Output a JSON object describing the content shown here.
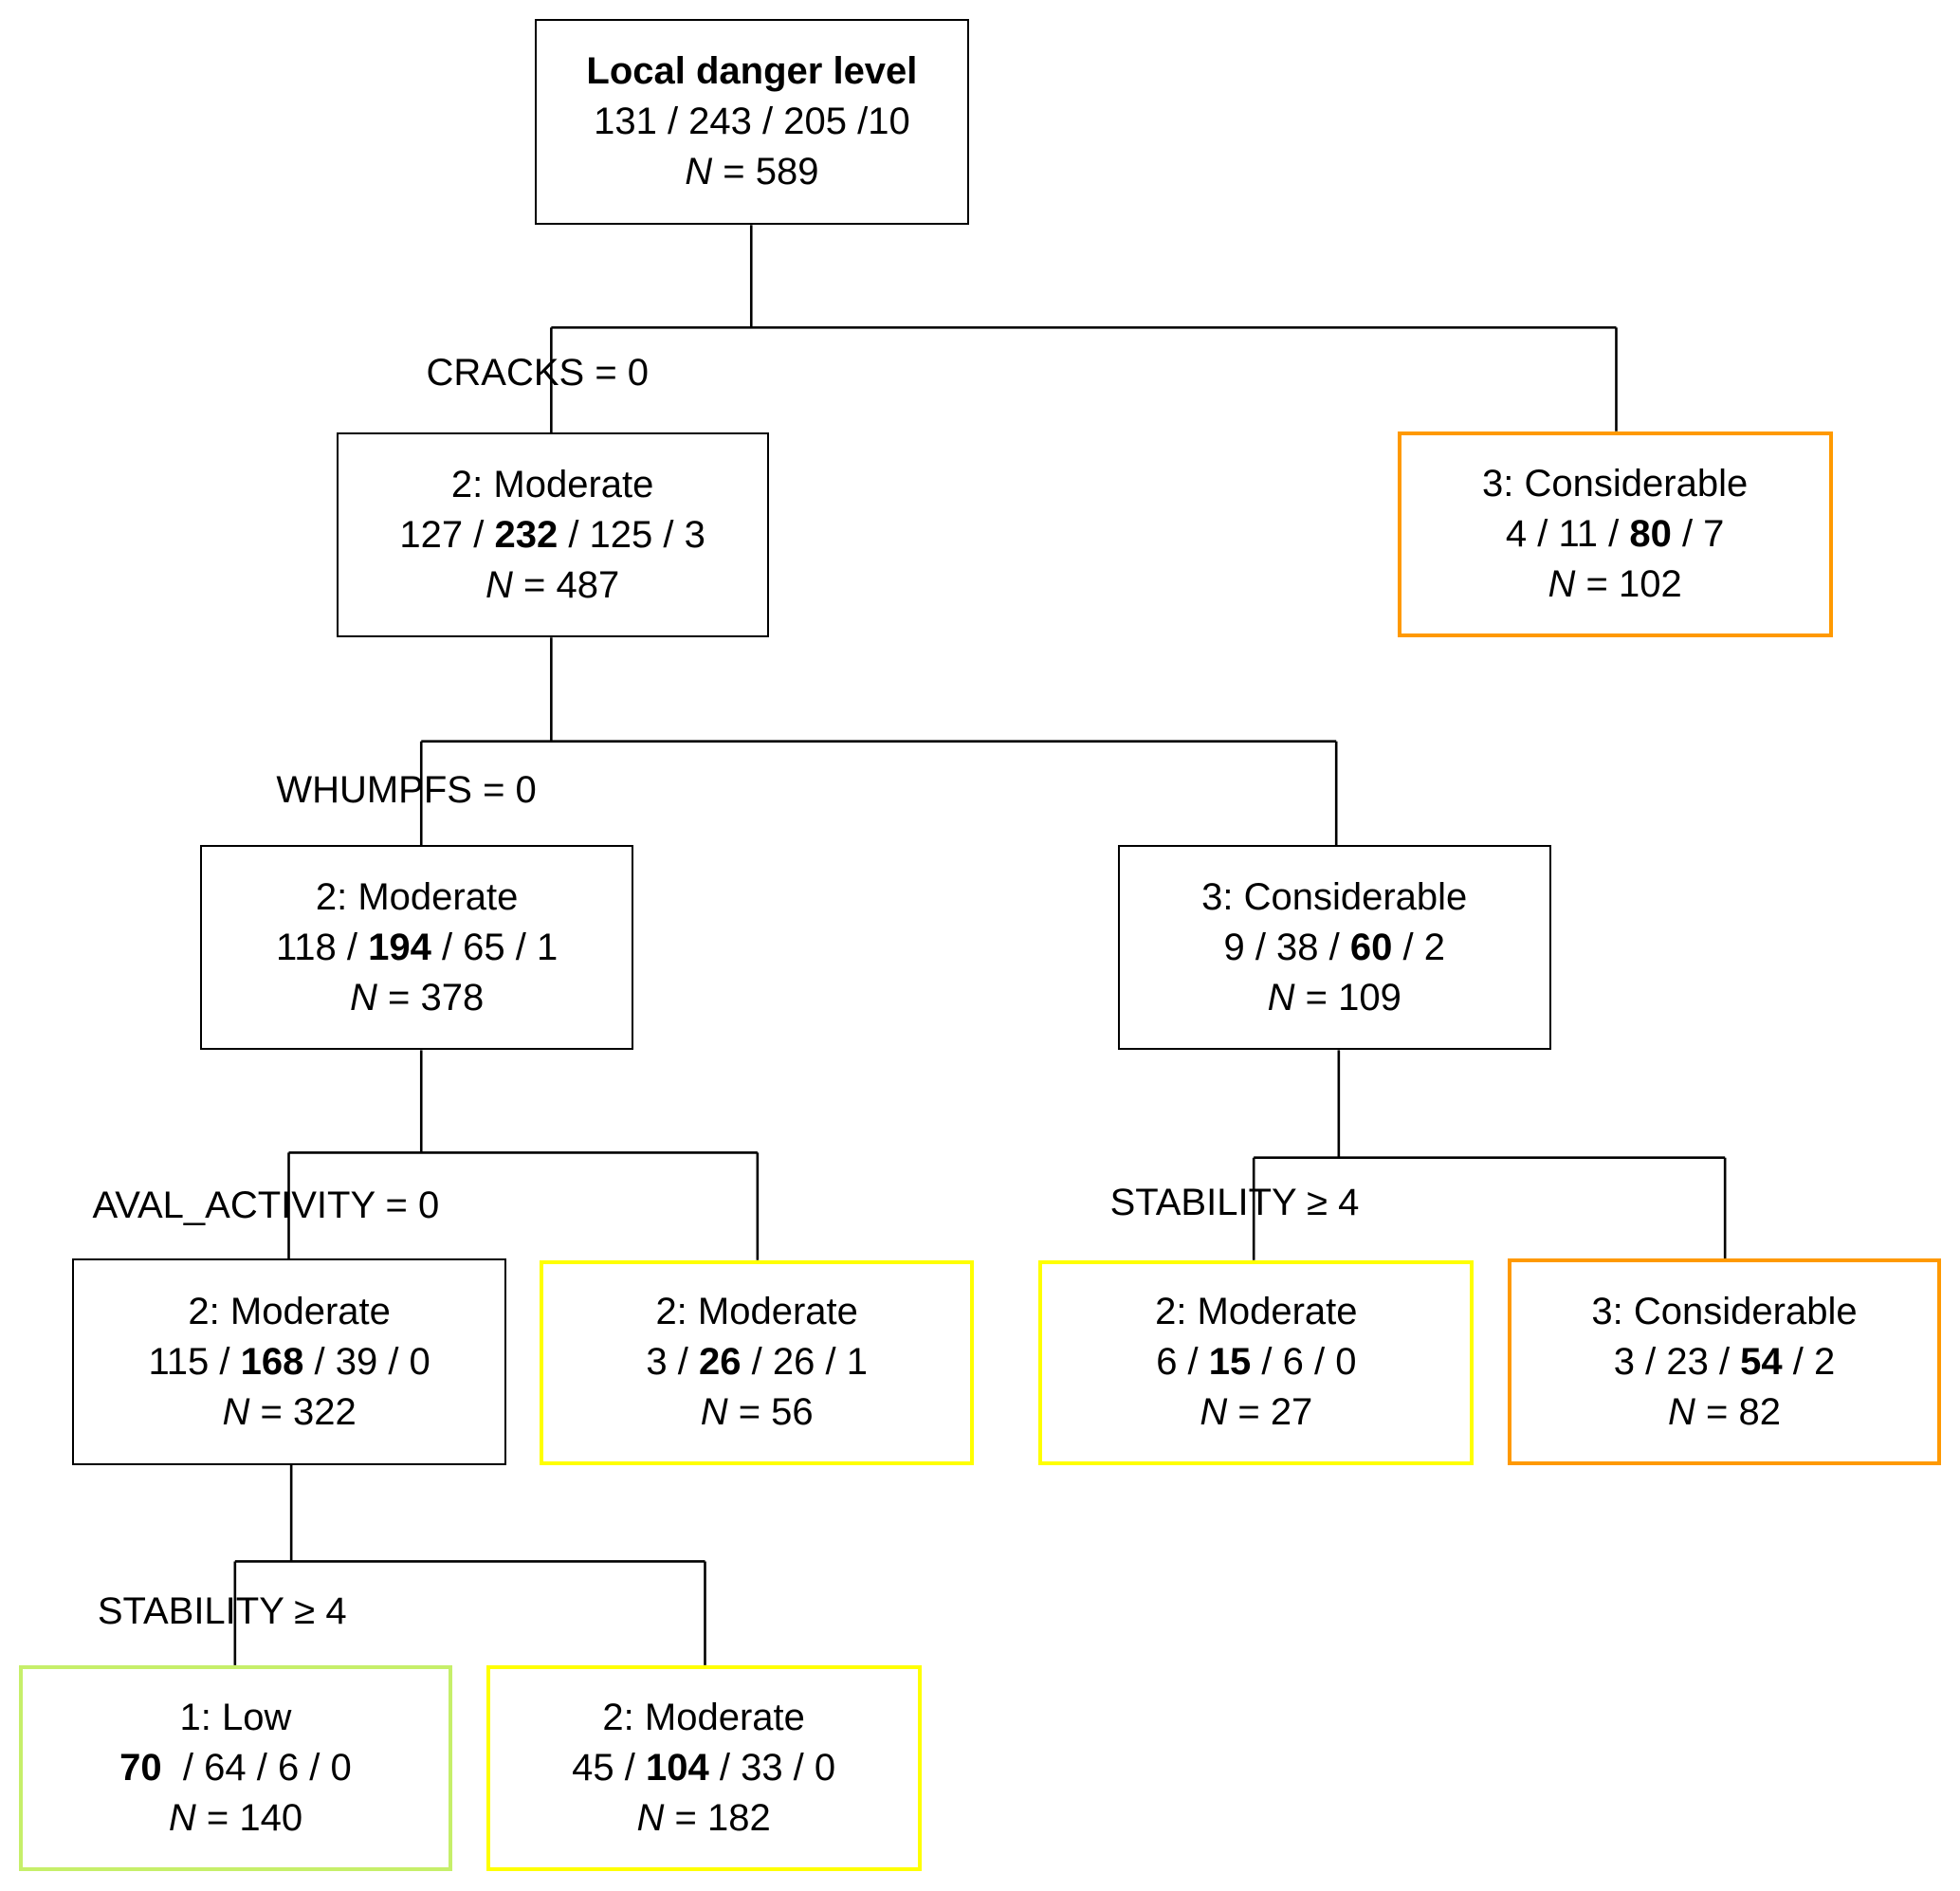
{
  "colors": {
    "default_border": "#000000",
    "low": "#c6ef6a",
    "moderate": "#ffff00",
    "considerable": "#ff9900"
  },
  "splits": [
    {
      "id": "s1",
      "text": "CRACKS = 0"
    },
    {
      "id": "s2",
      "text": "WHUMPFS = 0"
    },
    {
      "id": "s3",
      "text": "AVAL_ACTIVITY = 0"
    },
    {
      "id": "s4",
      "text": "STABILITY ≥ 4"
    },
    {
      "id": "s5",
      "text": "STABILITY ≥ 4"
    }
  ],
  "nodes": [
    {
      "id": "root",
      "title": "Local danger level",
      "title_bold": true,
      "counts": [
        [
          "131 / 243 / 205 /10",
          false
        ]
      ],
      "n": "589",
      "border": "default_border"
    },
    {
      "id": "n1",
      "title": "2: Moderate",
      "title_bold": false,
      "counts": [
        [
          "127 / ",
          false
        ],
        [
          "232",
          true
        ],
        [
          " / 125 / 3",
          false
        ]
      ],
      "n": "487",
      "border": "default_border"
    },
    {
      "id": "n2",
      "title": "3: Considerable",
      "title_bold": false,
      "counts": [
        [
          "4 / 11 / ",
          false
        ],
        [
          "80",
          true
        ],
        [
          " / 7",
          false
        ]
      ],
      "n": "102",
      "border": "considerable"
    },
    {
      "id": "n3",
      "title": "2: Moderate",
      "title_bold": false,
      "counts": [
        [
          "118 / ",
          false
        ],
        [
          "194",
          true
        ],
        [
          " / 65 / 1",
          false
        ]
      ],
      "n": "378",
      "border": "default_border"
    },
    {
      "id": "n4",
      "title": "3: Considerable",
      "title_bold": false,
      "counts": [
        [
          "9 / 38 / ",
          false
        ],
        [
          "60",
          true
        ],
        [
          " / 2",
          false
        ]
      ],
      "n": "109",
      "border": "default_border"
    },
    {
      "id": "n5",
      "title": "2: Moderate",
      "title_bold": false,
      "counts": [
        [
          "115 / ",
          false
        ],
        [
          "168",
          true
        ],
        [
          " / 39 / 0",
          false
        ]
      ],
      "n": "322",
      "border": "default_border"
    },
    {
      "id": "n6",
      "title": "2: Moderate",
      "title_bold": false,
      "counts": [
        [
          "3 / ",
          false
        ],
        [
          "26",
          true
        ],
        [
          " / 26 / 1",
          false
        ]
      ],
      "n": "56",
      "border": "moderate"
    },
    {
      "id": "n7",
      "title": "2: Moderate",
      "title_bold": false,
      "counts": [
        [
          "6 / ",
          false
        ],
        [
          "15",
          true
        ],
        [
          " / 6 / 0",
          false
        ]
      ],
      "n": "27",
      "border": "moderate"
    },
    {
      "id": "n8",
      "title": "3: Considerable",
      "title_bold": false,
      "counts": [
        [
          "3 / 23 / ",
          false
        ],
        [
          "54",
          true
        ],
        [
          " / 2",
          false
        ]
      ],
      "n": "82",
      "border": "considerable"
    },
    {
      "id": "n9",
      "title": "1: Low",
      "title_bold": false,
      "counts": [
        [
          "70",
          true
        ],
        [
          "  / 64 / 6 / 0",
          false
        ]
      ],
      "n": "140",
      "border": "low"
    },
    {
      "id": "n10",
      "title": "2: Moderate",
      "title_bold": false,
      "counts": [
        [
          "45 / ",
          false
        ],
        [
          "104",
          true
        ],
        [
          " / 33 / 0",
          false
        ]
      ],
      "n": "182",
      "border": "moderate"
    }
  ],
  "n_label": "N",
  "n_separator": " = "
}
